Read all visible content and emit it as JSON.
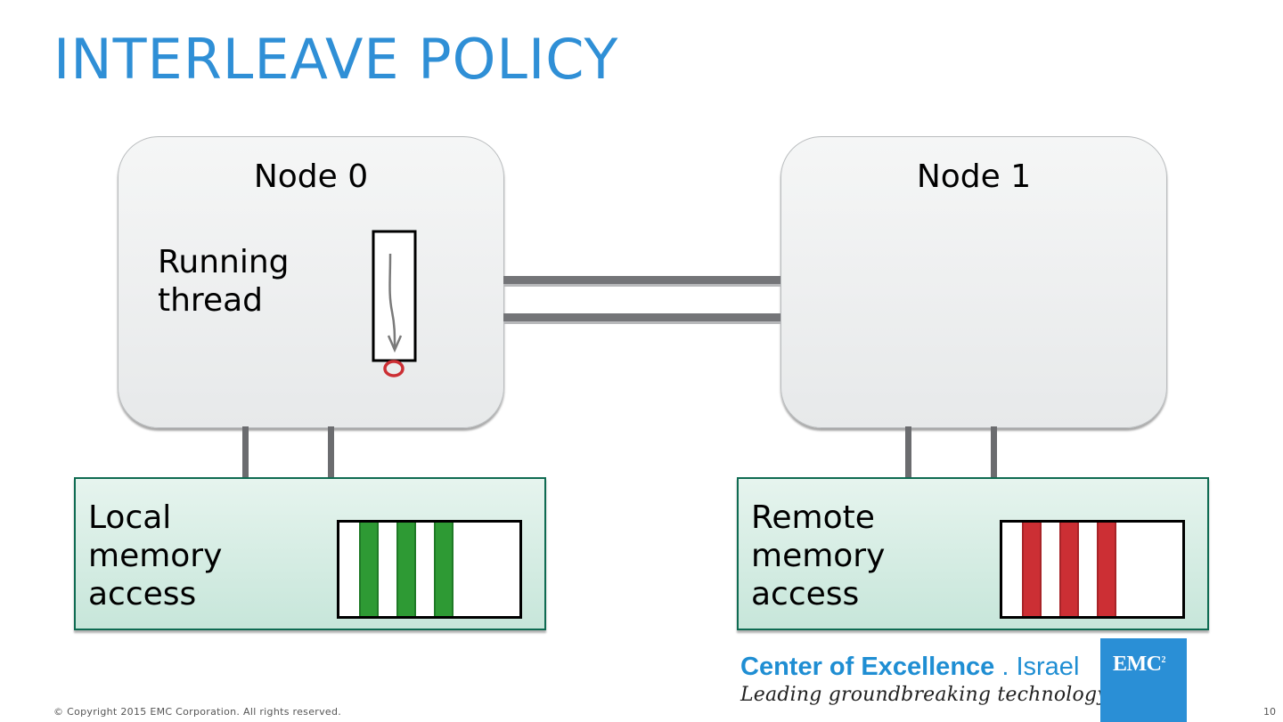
{
  "slide": {
    "title": "INTERLEAVE POLICY",
    "copyright": "© Copyright 2015 EMC Corporation. All rights reserved.",
    "page_number": "10"
  },
  "nodes": [
    {
      "label": "Node 0"
    },
    {
      "label": "Node 1"
    }
  ],
  "thread": {
    "label_line1": "Running",
    "label_line2": "thread"
  },
  "memory": {
    "local": {
      "label_line1": "Local",
      "label_line2": "memory",
      "label_line3": "access",
      "stripe_color": "#2e9a34",
      "stripe_count": 3
    },
    "remote": {
      "label_line1": "Remote",
      "label_line2": "memory",
      "label_line3": "access",
      "stripe_color": "#cc2f34",
      "stripe_count": 3
    }
  },
  "branding": {
    "coe_bold": "Center of Excellence",
    "coe_light": " . Israel",
    "tagline": "Leading groundbreaking technology",
    "logo_text": "EMC",
    "logo_sup": "2"
  },
  "colors": {
    "title": "#2f8fd6",
    "memory_border": "#0f6b52",
    "interconnect": "#747578",
    "thread_marker": "#cc2f34"
  }
}
